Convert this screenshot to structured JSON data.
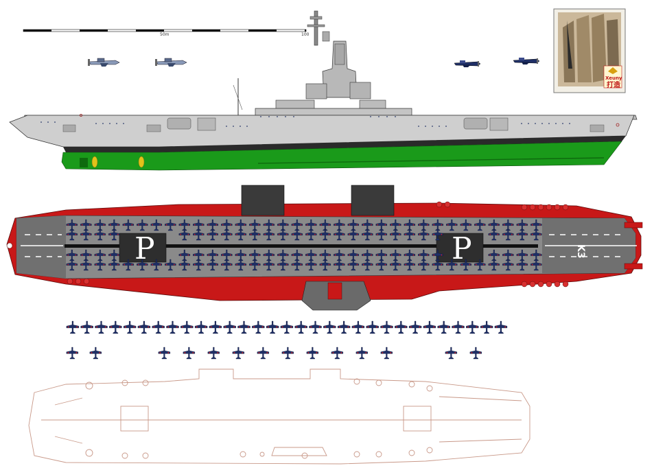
{
  "scale_bar": {
    "mid_label": "50m",
    "end_label": "100"
  },
  "deck_markings": {
    "elevator_fwd": "P",
    "elevator_aft": "P",
    "hull_code": "K3"
  },
  "badge": {
    "brand": "Xeuny",
    "chinese": "打造"
  },
  "colors": {
    "hull_grey": "#c8c8c8",
    "below_waterline": "#1a9a1a",
    "deck_red": "#c81818",
    "deck_grey": "#8a8a8a",
    "aircraft_blue": "#1f2f66",
    "plan_line": "#c89888"
  },
  "icons": [
    "aircraft-side-icon",
    "aircraft-top-icon",
    "propeller-icon",
    "anchor-icon"
  ]
}
